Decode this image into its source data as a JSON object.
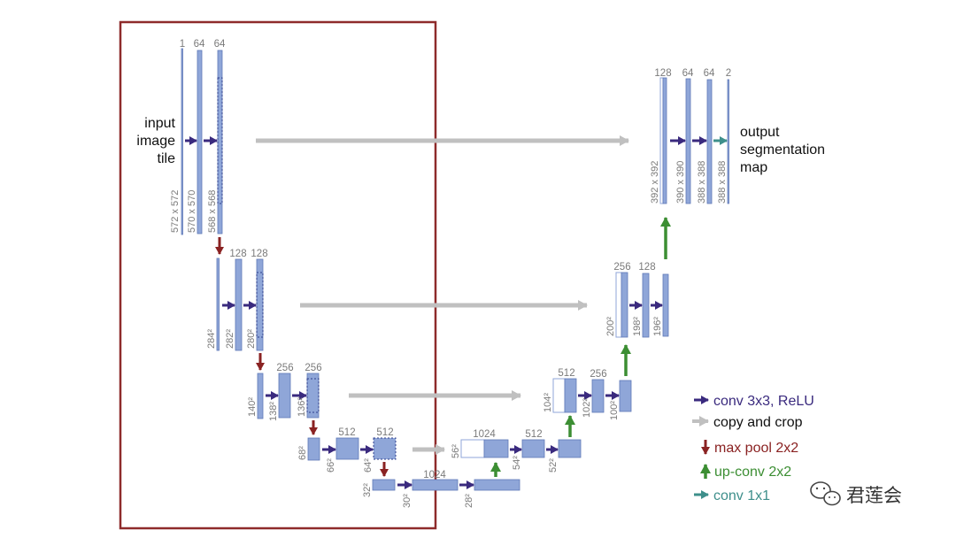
{
  "colors": {
    "feature_map": "#8fa6d8",
    "feature_map_edge": "#5f79b8",
    "conv": "#3a2a7e",
    "copy": "#c0c0c0",
    "pool": "#8a2222",
    "upconv": "#3c8e33",
    "conv1x1": "#3e8f8b",
    "highlight_box": "#8e2b2b",
    "text_gray": "#7a7a7a"
  },
  "labels": {
    "input": [
      "input",
      "image",
      "tile"
    ],
    "output": [
      "output",
      "segmentation",
      "map"
    ]
  },
  "channels": {
    "l1_in": "1",
    "l1_a": "64",
    "l1_b": "64",
    "l2_a": "128",
    "l2_b": "128",
    "l3_a": "256",
    "l3_b": "256",
    "l4_a": "512",
    "l4_b": "512",
    "l5": "1024",
    "u4": "1024",
    "u4_b": "512",
    "u3": "512",
    "u3_b": "256",
    "u2": "256",
    "u2_b": "128",
    "u1": "128",
    "u1_a": "64",
    "u1_b": "64",
    "u1_out": "2"
  },
  "dims": {
    "l1_a": "572 x 572",
    "l1_b": "570 x 570",
    "l1_c": "568 x 568",
    "l2_a": "284²",
    "l2_b": "282²",
    "l2_c": "280²",
    "l3_a": "140²",
    "l3_b": "138²",
    "l3_c": "136²",
    "l4_a": "68²",
    "l4_b": "66²",
    "l4_c": "64²",
    "l5_a": "32²",
    "l5_b": "30²",
    "l5_c": "28²",
    "u4_a": "56²",
    "u4_b": "54²",
    "u4_c": "52²",
    "u3_a": "104²",
    "u3_b": "102²",
    "u3_c": "100²",
    "u2_a": "200²",
    "u2_b": "198²",
    "u2_c": "196²",
    "u1_a": "392 x 392",
    "u1_b": "390 x 390",
    "u1_c": "388 x 388",
    "u1_d": "388 x 388"
  },
  "legend": {
    "conv": "conv 3x3, ReLU",
    "copy": "copy and crop",
    "pool": "max pool 2x2",
    "upconv": "up-conv 2x2",
    "conv1x1": "conv 1x1"
  },
  "watermark": "君莲会",
  "watermark_icon": "wechat-icon"
}
